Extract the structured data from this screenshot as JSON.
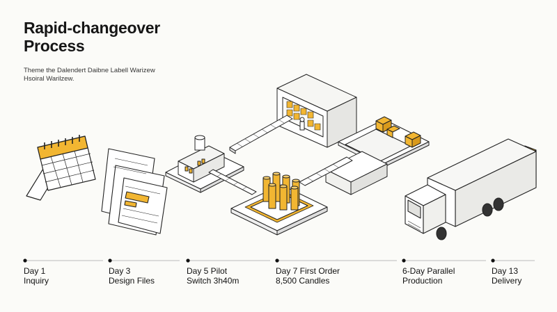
{
  "title_line1": "Rapid-changeover",
  "title_line2": "Process",
  "subtitle_line1": "Theme the Dalendert Daibne Labell Warizew",
  "subtitle_line2": "Hsoiral Warilzew.",
  "colors": {
    "accent": "#f2b632",
    "ink": "#222222",
    "panel": "#ffffff",
    "background": "#fbfbf8"
  },
  "timeline": [
    {
      "line1": "Day 1",
      "line2": "Inquiry"
    },
    {
      "line1": "Day 3",
      "line2": "Design Files"
    },
    {
      "line1": "Day 5 Pilot",
      "line2": "Switch 3h40m"
    },
    {
      "line1": "Day 7 First Order",
      "line2": "8,500 Candles"
    },
    {
      "line1": "6-Day Parallel",
      "line2": "Production"
    },
    {
      "line1": "Day 13",
      "line2": "Delivery"
    }
  ],
  "icons": [
    "calendar-icon",
    "design-files-icon",
    "factory-line-illustration",
    "candles-icon",
    "delivery-truck-icon"
  ]
}
